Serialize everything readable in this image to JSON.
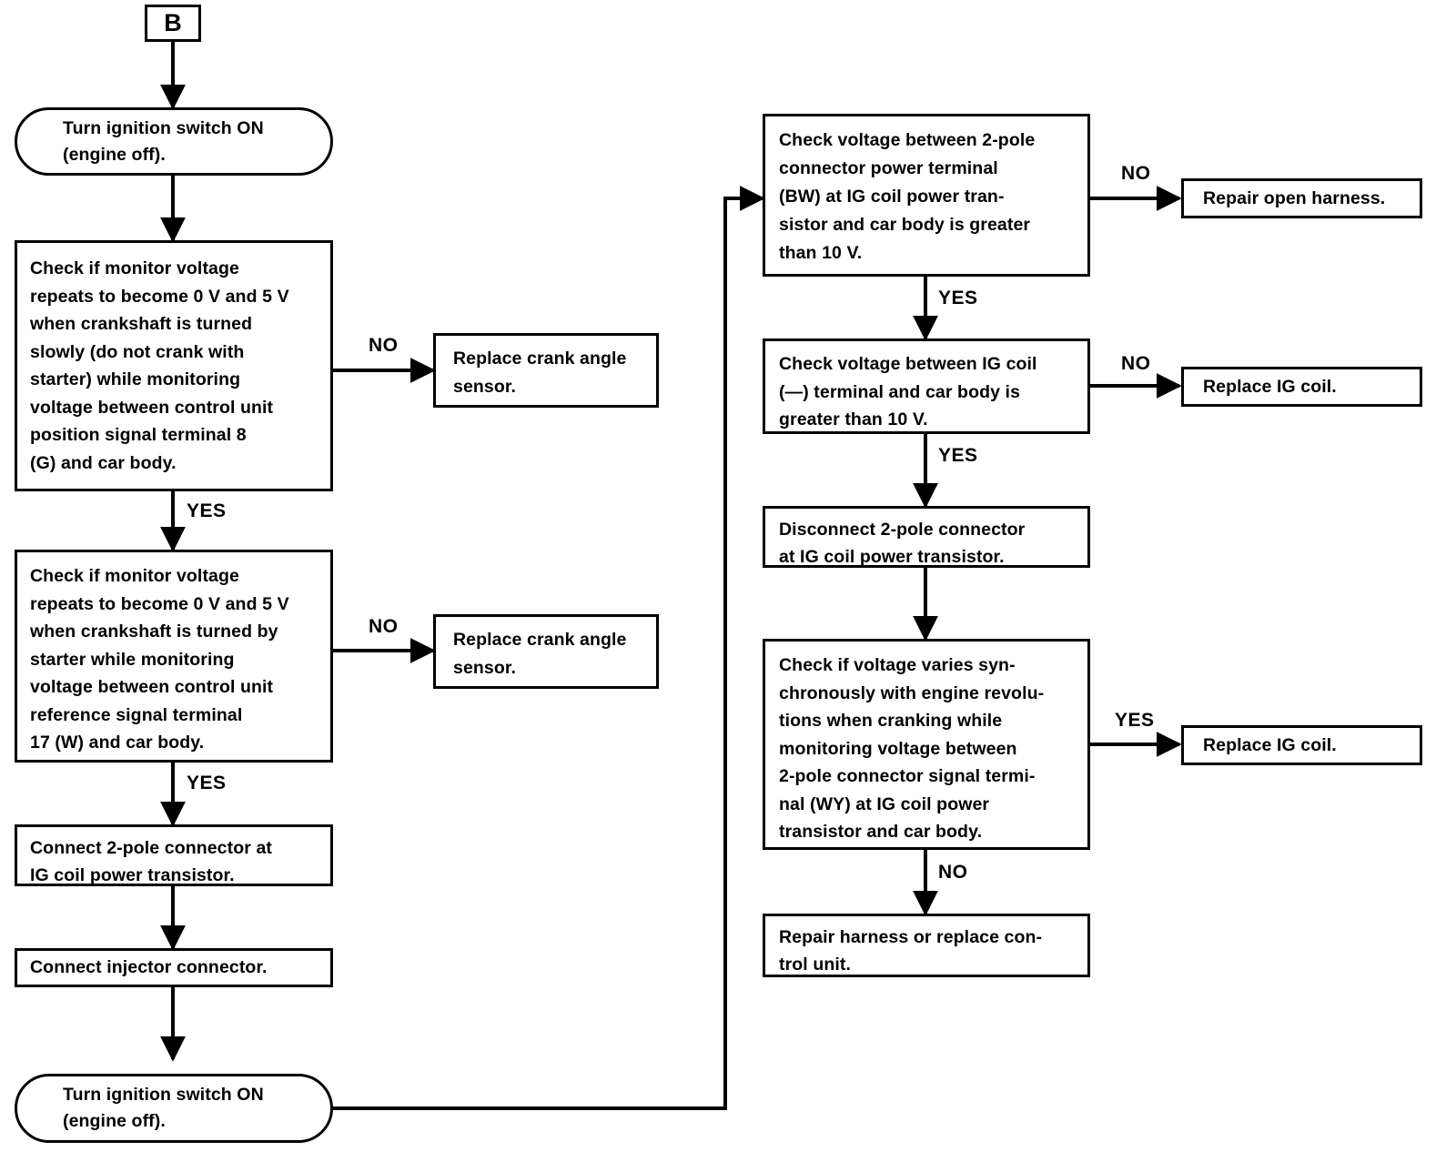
{
  "diagram": {
    "title": "Ignition / crank angle sensor troubleshooting flowchart",
    "type": "flowchart",
    "line_color": "#000000",
    "background_color": "#ffffff",
    "text_color": "#000000"
  },
  "nodes": {
    "entry_connector": {
      "label": "B",
      "shape": "connector"
    },
    "left_term_top": {
      "label": "Turn ignition switch ON\n(engine off).",
      "shape": "terminator"
    },
    "left_check_position": {
      "label": "Check if monitor voltage\nrepeats to become 0 V and 5 V\nwhen crankshaft is turned\nslowly (do not crank with\nstarter) while monitoring\nvoltage between control unit\nposition signal terminal 8\n(G) and car body.",
      "shape": "process"
    },
    "replace_crank_sensor_1": {
      "label": "Replace crank angle\nsensor.",
      "shape": "process"
    },
    "left_check_reference": {
      "label": "Check if monitor voltage\nrepeats to become 0 V and 5 V\nwhen crankshaft is turned by\nstarter while monitoring\nvoltage between control unit\nreference signal terminal\n17 (W) and car body.",
      "shape": "process"
    },
    "replace_crank_sensor_2": {
      "label": "Replace crank angle\nsensor.",
      "shape": "process"
    },
    "connect_2pole": {
      "label": "Connect 2-pole connector at\nIG coil power transistor.",
      "shape": "process"
    },
    "connect_injector": {
      "label": "Connect injector connector.",
      "shape": "process"
    },
    "left_term_bottom": {
      "label": "Turn ignition switch ON\n(engine off).",
      "shape": "terminator"
    },
    "right_check_power_terminal": {
      "label": "Check voltage between 2-pole\nconnector power terminal\n(BW) at IG coil power tran-\nsistor and car body is greater\nthan 10 V.",
      "shape": "process"
    },
    "repair_open_harness": {
      "label": "Repair open harness.",
      "shape": "process"
    },
    "right_check_ig_coil_minus": {
      "label": "Check voltage between IG coil\n(—) terminal and car body is\ngreater than 10 V.",
      "shape": "process"
    },
    "replace_ig_coil_1": {
      "label": "Replace IG coil.",
      "shape": "process"
    },
    "disconnect_2pole": {
      "label": "Disconnect 2-pole connector\nat IG coil power transistor.",
      "shape": "process"
    },
    "right_check_voltage_varies": {
      "label": "Check if voltage varies syn-\nchronously with engine revolu-\ntions when cranking while\nmonitoring voltage between\n2-pole connector signal termi-\nnal (WY) at IG coil power\ntransistor and car body.",
      "shape": "process"
    },
    "replace_ig_coil_2": {
      "label": "Replace IG coil.",
      "shape": "process"
    },
    "repair_harness_or_control_unit": {
      "label": "Repair harness or replace con-\ntrol unit.",
      "shape": "process"
    }
  },
  "edge_labels": {
    "no_position_signal": "NO",
    "yes_position_signal": "YES",
    "no_reference_signal": "NO",
    "yes_reference_signal": "YES",
    "no_power_terminal": "NO",
    "yes_power_terminal": "YES",
    "no_ig_coil_minus": "NO",
    "yes_ig_coil_minus": "YES",
    "yes_voltage_varies": "YES",
    "no_voltage_varies": "NO"
  }
}
